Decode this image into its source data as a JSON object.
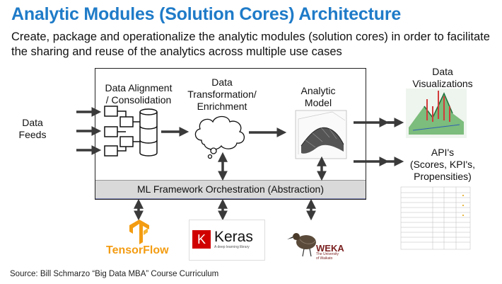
{
  "title": "Analytic Modules (Solution Cores) Architecture",
  "subtitle": "Create, package and operationalize the analytic modules (solution cores) in order to facilitate the sharing and reuse of the analytics across multiple use cases",
  "nodes": {
    "data_feeds": "Data\nFeeds",
    "alignment": "Data Alignment\n/ Consolidation",
    "transformation": "Data\nTransformation/\nEnrichment",
    "model": "Analytic\nModel",
    "visualizations": "Data\nVisualizations",
    "apis": "API's\n(Scores, KPI's,\nPropensities)"
  },
  "ml_bar": "ML Framework Orchestration (Abstraction)",
  "frameworks": {
    "tensorflow": "TensorFlow",
    "keras": "Keras",
    "keras_tagline": "A deep learning library",
    "weka": "WEKA",
    "weka_tagline": "The University of Waikato"
  },
  "source": "Source: Bill Schmarzo “Big Data MBA” Course Curriculum",
  "colors": {
    "title": "#1f7bc8",
    "ml_bar_fill": "#d9d9d9",
    "arrow": "#3a3a3a",
    "tensorflow": "#f39c12",
    "keras": "#d00000"
  }
}
